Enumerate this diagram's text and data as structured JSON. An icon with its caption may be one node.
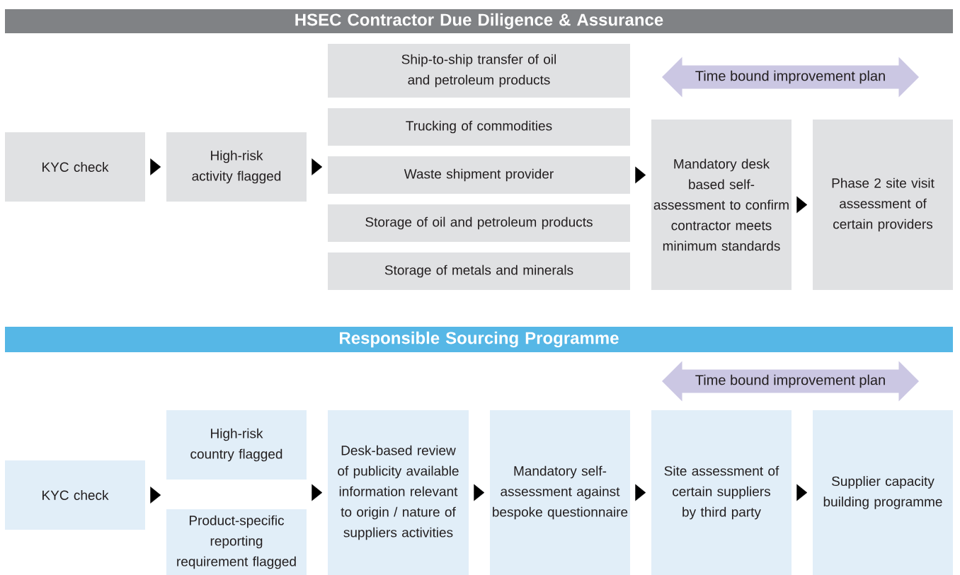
{
  "diagram": {
    "nodes": [
      {
        "text": [
          "HSEC Contractor Due Diligence & Assurance"
        ]
      },
      {
        "text": [
          "Time bound improvement plan"
        ]
      },
      {
        "text": [
          "KYC check"
        ]
      },
      {
        "text": [
          "High-risk activity flagged"
        ]
      },
      {
        "text": [
          "Ship-to-ship transfer of oil and petroleum products"
        ]
      },
      {
        "text": [
          "Trucking of commodities"
        ]
      },
      {
        "text": [
          "Waste shipment provider"
        ]
      },
      {
        "text": [
          "Storage of oil and petroleum products"
        ]
      },
      {
        "text": [
          "Storage of metals and minerals"
        ]
      },
      {
        "text": [
          "Mandatory desk based self-assessment to confirm contractor meets minimum standards"
        ]
      },
      {
        "text": [
          "Phase 2 site visit assessment of certain providers"
        ]
      },
      {
        "text": [
          "Responsible Sourcing Programme"
        ]
      },
      {
        "text": [
          "Time bound improvement plan"
        ]
      },
      {
        "text": [
          "KYC check"
        ]
      },
      {
        "text": [
          "High-risk country flagged"
        ]
      },
      {
        "text": [
          "Product-specific reporting requirement flagged"
        ]
      },
      {
        "text": [
          "Desk-based review of publicity available information relevant to origin / nature of suppliers activities"
        ]
      },
      {
        "text": [
          "Mandatory self-assessment against bespoke questionnaire"
        ]
      },
      {
        "text": [
          "Site assessment of certain suppliers by third party"
        ]
      },
      {
        "text": [
          "Supplier capacity building programme"
        ]
      }
    ],
    "edges": [
      {
        "from": 2,
        "to": 3,
        "arrow": "to"
      },
      {
        "from": 3,
        "to": 6,
        "arrow": "to"
      },
      {
        "from": 6,
        "to": 9,
        "arrow": "to"
      },
      {
        "from": 9,
        "to": 10,
        "arrow": "to"
      },
      {
        "from": 13,
        "to": 14,
        "arrow": "to"
      },
      {
        "from": 13,
        "to": 15,
        "arrow": "to"
      },
      {
        "from": 14,
        "to": 16,
        "arrow": "to"
      },
      {
        "from": 15,
        "to": 16,
        "arrow": "to"
      },
      {
        "from": 16,
        "to": 17,
        "arrow": "to"
      },
      {
        "from": 17,
        "to": 18,
        "arrow": "to"
      },
      {
        "from": 18,
        "to": 19,
        "arrow": "to"
      }
    ]
  }
}
